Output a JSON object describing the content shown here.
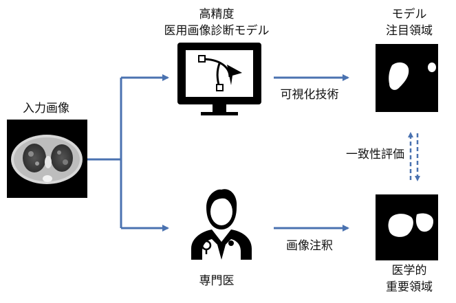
{
  "labels": {
    "input_image": "入力画像",
    "model_line1": "高精度",
    "model_line2": "医用画像診断モデル",
    "attention_line1": "モデル",
    "attention_line2": "注目領域",
    "visualization": "可視化技術",
    "agreement": "一致性評価",
    "specialist": "専門医",
    "annotation": "画像注釈",
    "medical_line1": "医学的",
    "medical_line2": "重要領域"
  },
  "colors": {
    "arrow": "#4a72b0",
    "dashed_arrow": "#4a72b0",
    "icon": "#000000"
  },
  "icons": [
    "monitor-icon",
    "doctor-icon",
    "ct-scan-image",
    "attention-map-image",
    "annotation-map-image"
  ]
}
